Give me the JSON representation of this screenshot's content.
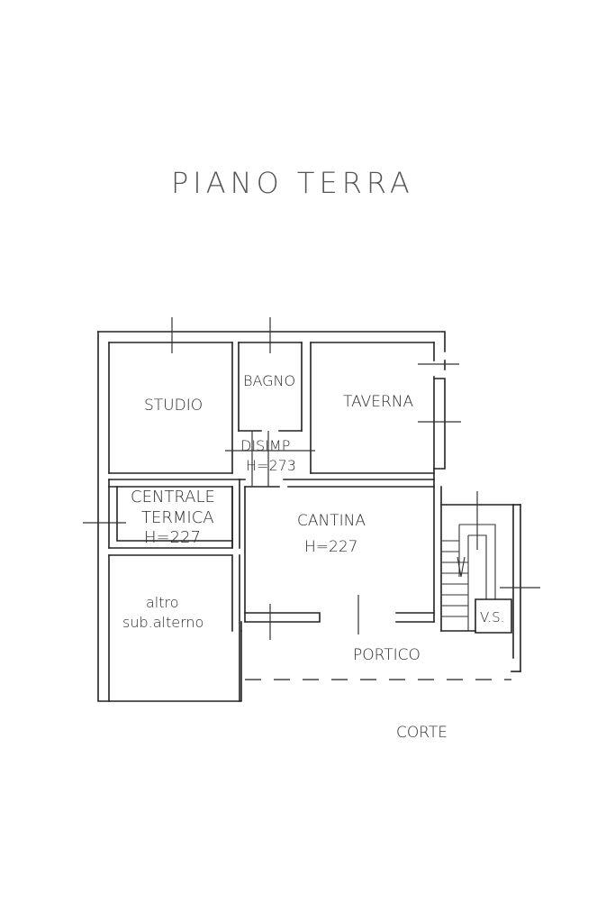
{
  "title": "PIANO TERRA",
  "rooms": {
    "studio": "STUDIO",
    "bagno": "BAGNO",
    "taverna": "TAVERNA",
    "disimp_name": "DISIMP",
    "disimp_height": "H=273",
    "centrale_line1": "CENTRALE",
    "centrale_line2": "TERMICA",
    "centrale_height": "H=227",
    "cantina_name": "CANTINA",
    "cantina_height": "H=227",
    "altro_line1": "altro",
    "altro_line2": "sub.alterno",
    "vs": "V.S."
  },
  "outside": {
    "portico": "PORTICO",
    "corte": "CORTE"
  }
}
